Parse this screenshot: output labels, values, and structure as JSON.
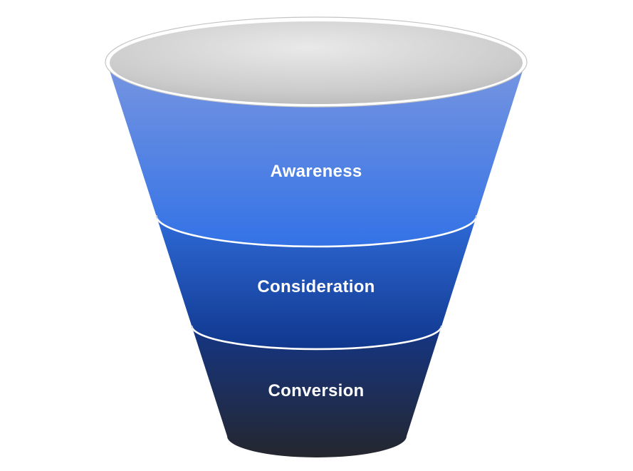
{
  "chart_data": {
    "type": "funnel",
    "title": "",
    "orientation": "top-to-bottom, widest stage on top, 3D cone style",
    "stages": [
      {
        "label": "Awareness"
      },
      {
        "label": "Consideration"
      },
      {
        "label": "Conversion"
      }
    ],
    "values_displayed": false,
    "legend": "none",
    "background": "#ffffff"
  },
  "styles": {
    "background": "#ffffff",
    "label_color": "#ffffff",
    "separator_color": "#ffffff",
    "rim_fill": "#ffffff",
    "rim_outline": "#c4c4c4",
    "opening_center": "#e9e9e9",
    "opening_mid": "#cccccc",
    "opening_edge": "#a6a6a6",
    "segments": [
      {
        "name": "awareness",
        "top": "#7e99e0",
        "bottom": "#3372e6"
      },
      {
        "name": "consideration",
        "top": "#2f6bd9",
        "bottom": "#10378d"
      },
      {
        "name": "conversion",
        "top": "#153686",
        "bottom": "#25262b"
      }
    ]
  }
}
